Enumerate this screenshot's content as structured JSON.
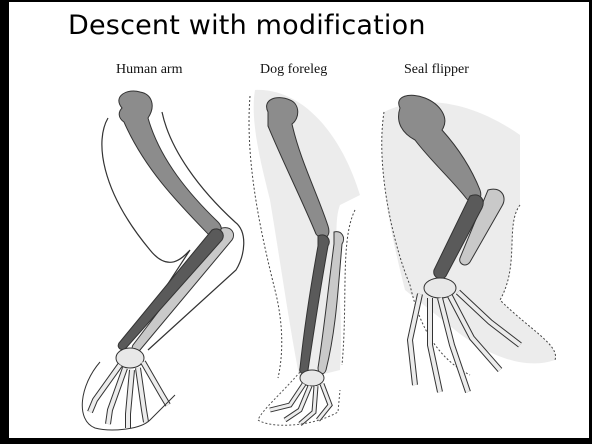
{
  "slide": {
    "title": "Descent with modification"
  },
  "figure": {
    "labels": {
      "human": "Human arm",
      "dog": "Dog foreleg",
      "seal": "Seal flipper"
    },
    "colors": {
      "humerus": "#8c8c8c",
      "radius": "#c9c9c9",
      "ulna": "#5a5a5a",
      "hand": "#e8e8e8",
      "outline": "#555555",
      "soft_tissue": "#dcdcdc"
    }
  }
}
